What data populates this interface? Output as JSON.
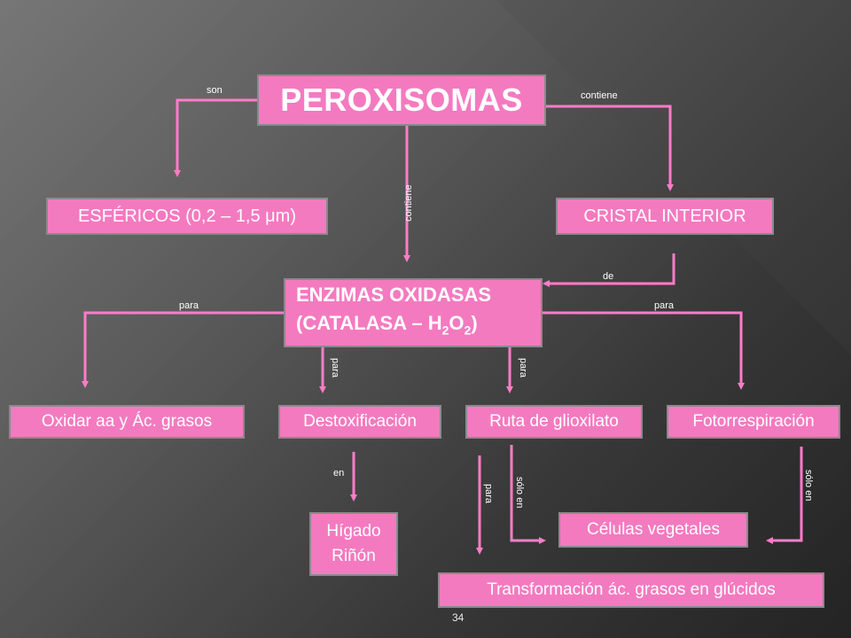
{
  "colors": {
    "box_fill": "#f47ac0",
    "connector": "#ff7cc8",
    "box_border": "#8a8a8a",
    "text": "#ffffff"
  },
  "nodes": {
    "peroxisomas": "PEROXISOMAS",
    "esfericos": "ESFÉRICOS (0,2 – 1,5 μm)",
    "cristal": "CRISTAL INTERIOR",
    "enzimas_line1": "ENZIMAS OXIDASAS",
    "enzimas_line2_prefix": "(CATALASA – H",
    "enzimas_sub1": "2",
    "enzimas_mid": "O",
    "enzimas_sub2": "2",
    "enzimas_suffix": ")",
    "oxidar": "Oxidar aa y Ác. grasos",
    "destox": "Destoxificación",
    "ruta": "Ruta de glioxilato",
    "fotorresp": "Fotorrespiración",
    "higado": "Hígado",
    "rinon": "Riñón",
    "celulas": "Células vegetales",
    "transformacion": "Transformación ác. grasos en glúcidos"
  },
  "edges": {
    "son": "son",
    "contiene_right": "contiene",
    "contiene_center": "contiene",
    "de": "de",
    "para_left": "para",
    "para_right": "para",
    "para_destox": "para",
    "para_ruta": "para",
    "en": "en",
    "para_transf": "para",
    "solo_en_ruta": "sólo en",
    "solo_en_foto": "sólo en"
  },
  "page_number": "34"
}
